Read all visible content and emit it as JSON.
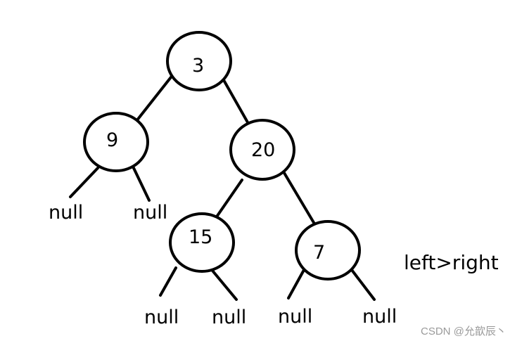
{
  "colors": {
    "stroke": "#000000",
    "background": "#ffffff",
    "watermark": "#9a9a9a"
  },
  "tree": {
    "nodes": [
      {
        "id": "n3",
        "label": "3"
      },
      {
        "id": "n9",
        "label": "9"
      },
      {
        "id": "n20",
        "label": "20"
      },
      {
        "id": "n15",
        "label": "15"
      },
      {
        "id": "n7",
        "label": "7"
      }
    ],
    "null_label": "null",
    "edges": [
      {
        "from": "n3",
        "to": "n9"
      },
      {
        "from": "n3",
        "to": "n20"
      },
      {
        "from": "n20",
        "to": "n15"
      },
      {
        "from": "n20",
        "to": "n7"
      }
    ]
  },
  "note": "left>right",
  "watermark": "CSDN @允歆辰丶"
}
